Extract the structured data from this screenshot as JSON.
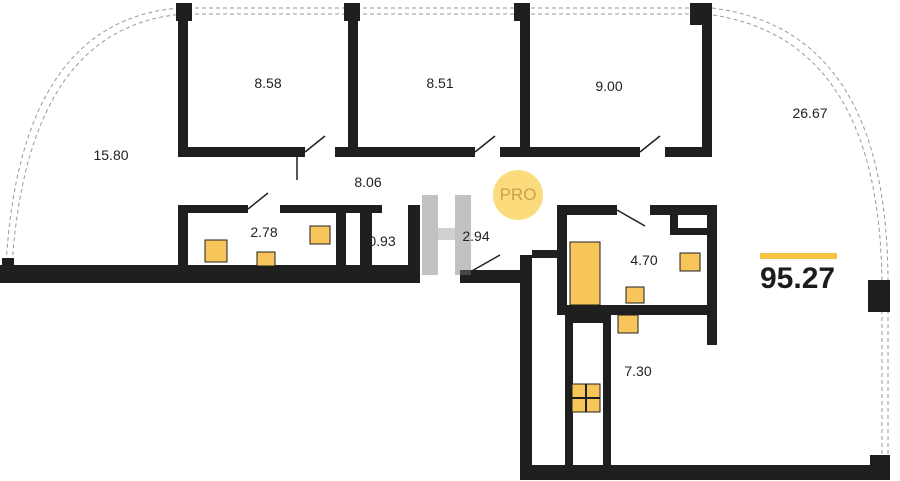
{
  "rooms": [
    {
      "name": "room-1",
      "area": "8.58"
    },
    {
      "name": "room-2",
      "area": "8.51"
    },
    {
      "name": "room-3",
      "area": "9.00"
    },
    {
      "name": "living-room",
      "area": "26.67"
    },
    {
      "name": "left-room",
      "area": "15.80"
    },
    {
      "name": "hall",
      "area": "8.06"
    },
    {
      "name": "bathroom-1",
      "area": "2.78"
    },
    {
      "name": "storage",
      "area": "0.93"
    },
    {
      "name": "entrance",
      "area": "2.94"
    },
    {
      "name": "bathroom-2",
      "area": "4.70"
    },
    {
      "name": "kitchen",
      "area": "7.30"
    }
  ],
  "total_area": "95.27",
  "badge": "PRO",
  "colors": {
    "wall": "#1f1f1f",
    "accent": "#f5c342",
    "fixture": "#f7c55a",
    "badge_bg": "#fbdb7c",
    "badge_text": "#c9a24a"
  }
}
